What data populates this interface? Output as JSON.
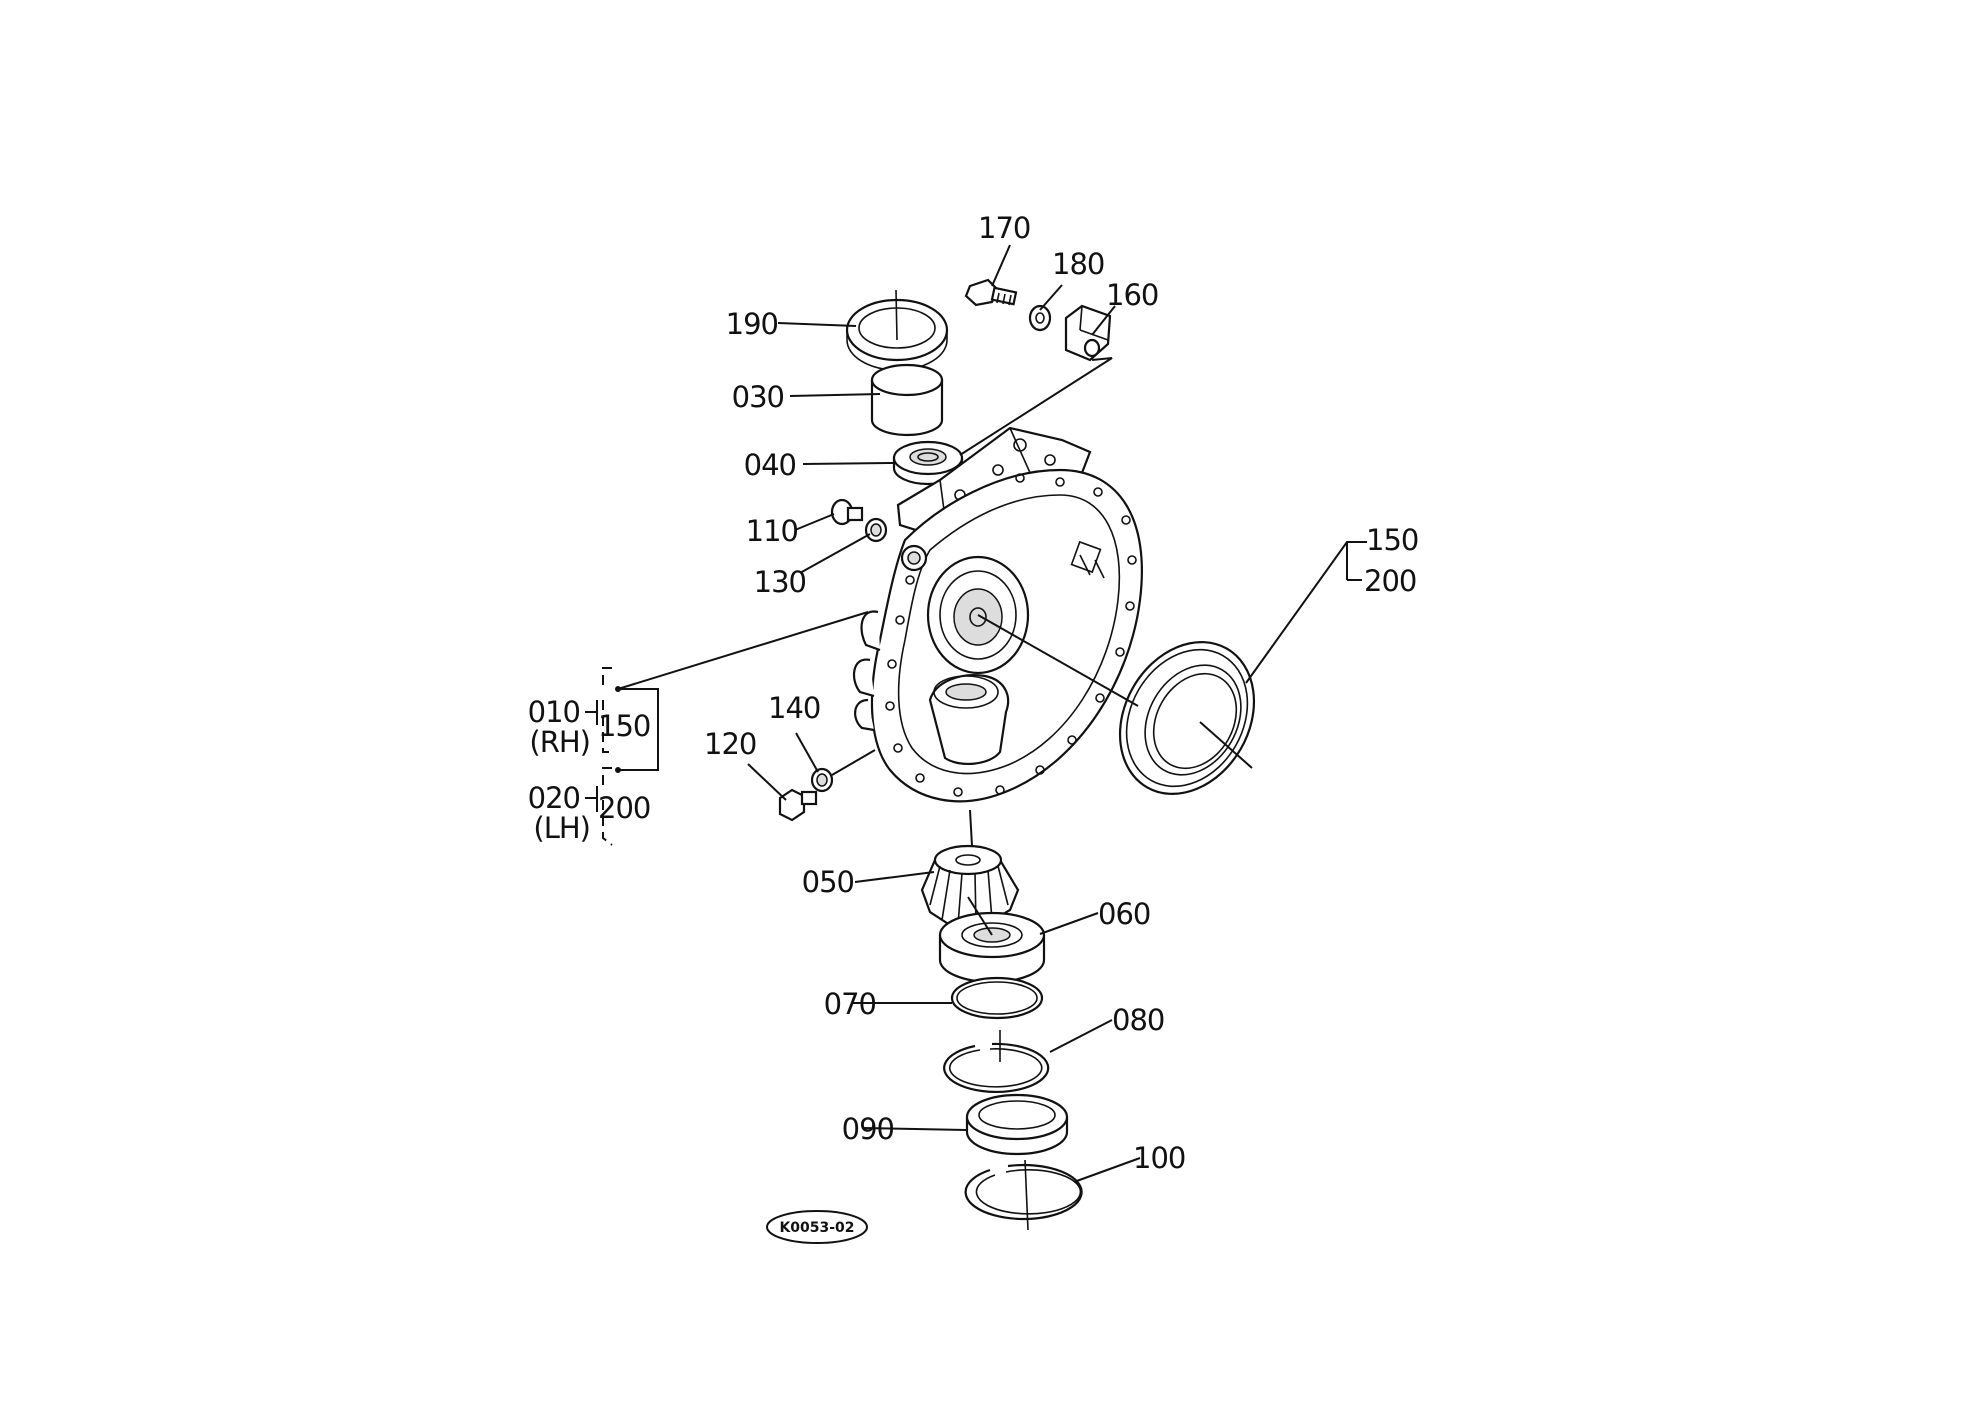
{
  "diagram": {
    "code": "K0053-02",
    "labels": {
      "p170": "170",
      "p180": "180",
      "p160": "160",
      "p190": "190",
      "p030": "030",
      "p040": "040",
      "p110": "110",
      "p130": "130",
      "p150a": "150",
      "p200a": "200",
      "p010": "010",
      "rh": "(RH)",
      "p150b": "150",
      "p020": "020",
      "lh": "(LH)",
      "p200b": "200",
      "p140": "140",
      "p120": "120",
      "p050": "050",
      "p060": "060",
      "p070": "070",
      "p080": "080",
      "p090": "090",
      "p100": "100"
    }
  }
}
